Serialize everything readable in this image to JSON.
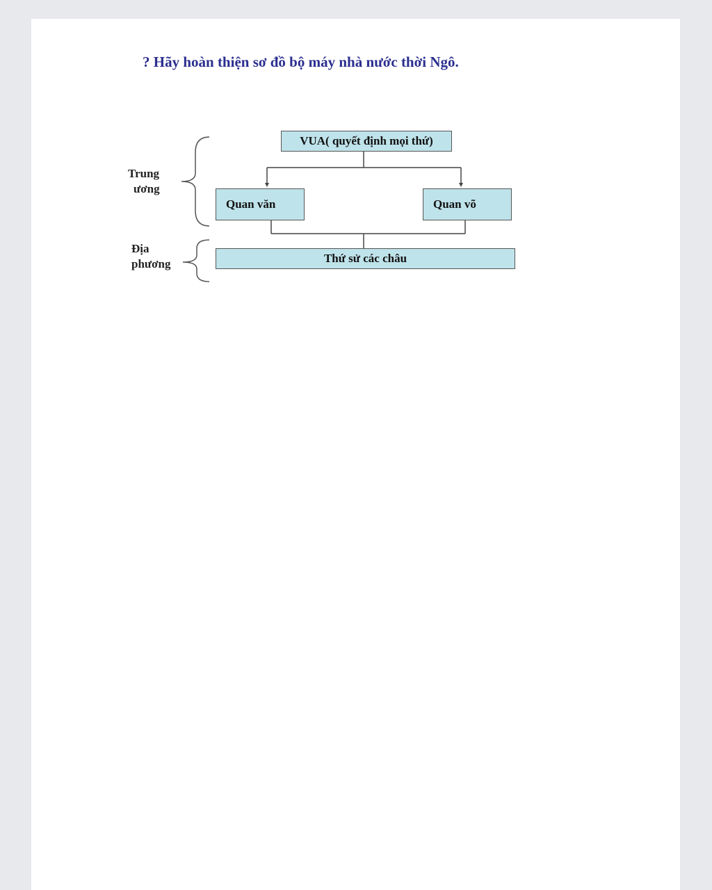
{
  "question": "? Hãy hoàn thiện sơ đồ bộ máy nhà nước thời Ngô.",
  "diagram": {
    "king": "VUA( quyết định mọi thứ)",
    "civil_officials": "Quan văn",
    "military_officials": "Quan võ",
    "local_governors": "Thứ sử các châu",
    "central_label_line1": "Trung",
    "central_label_line2": "ương",
    "local_label_line1": "Địa",
    "local_label_line2": "phương"
  },
  "colors": {
    "box_fill": "#bfe3ea",
    "question_text": "#2b2f8f"
  }
}
